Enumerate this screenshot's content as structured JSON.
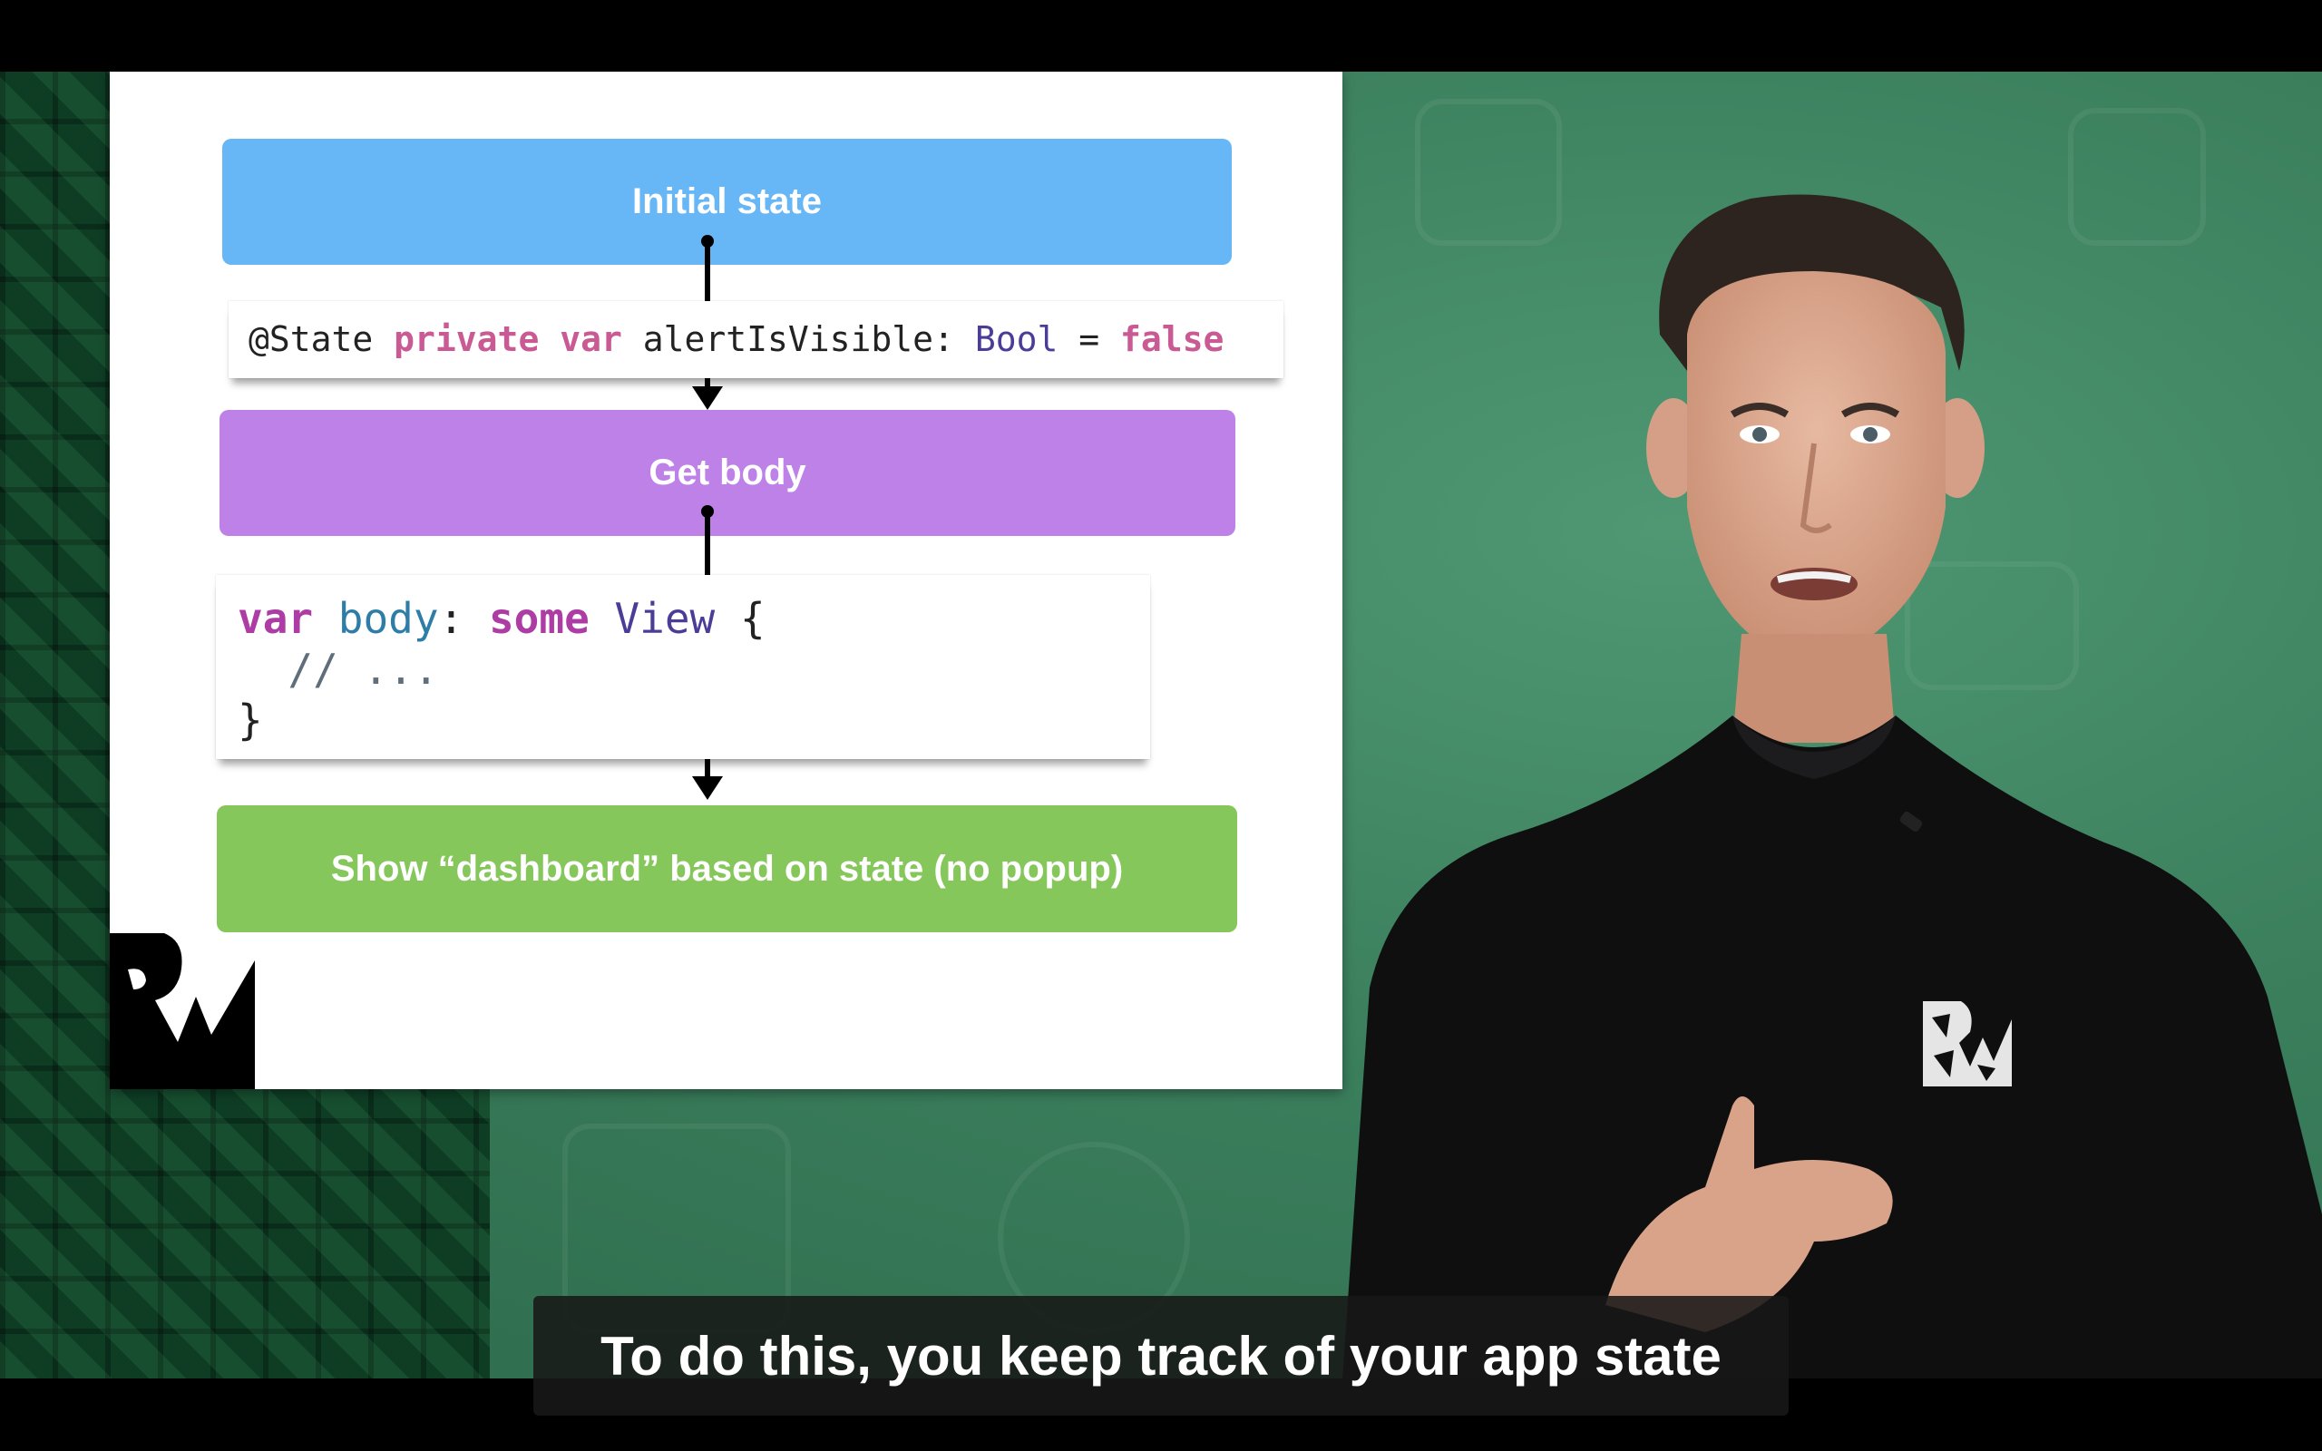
{
  "slide": {
    "initial_state": "Initial state",
    "state_decl": {
      "at_state": "@State",
      "private": "private",
      "var": "var",
      "name": "alertIsVisible",
      "colon": ":",
      "type": "Bool",
      "equals": "=",
      "value": "false"
    },
    "get_body": "Get body",
    "body_code": {
      "var": "var",
      "body": "body",
      "colon": ":",
      "some": "some",
      "view": "View",
      "open_brace": "{",
      "comment": "// ...",
      "close_brace": "}"
    },
    "show_dashboard": "Show “dashboard” based on state (no popup)"
  },
  "colors": {
    "initial_state_box": "#67b6f6",
    "get_body_box": "#bd81e8",
    "show_dashboard_box": "#86c75c",
    "background_green": "#3b7f5d"
  },
  "caption": "To do this, you keep track of your app state",
  "icons": [
    "rw-logo-icon",
    "presenter-video",
    "rw-shirt-logo-icon"
  ]
}
